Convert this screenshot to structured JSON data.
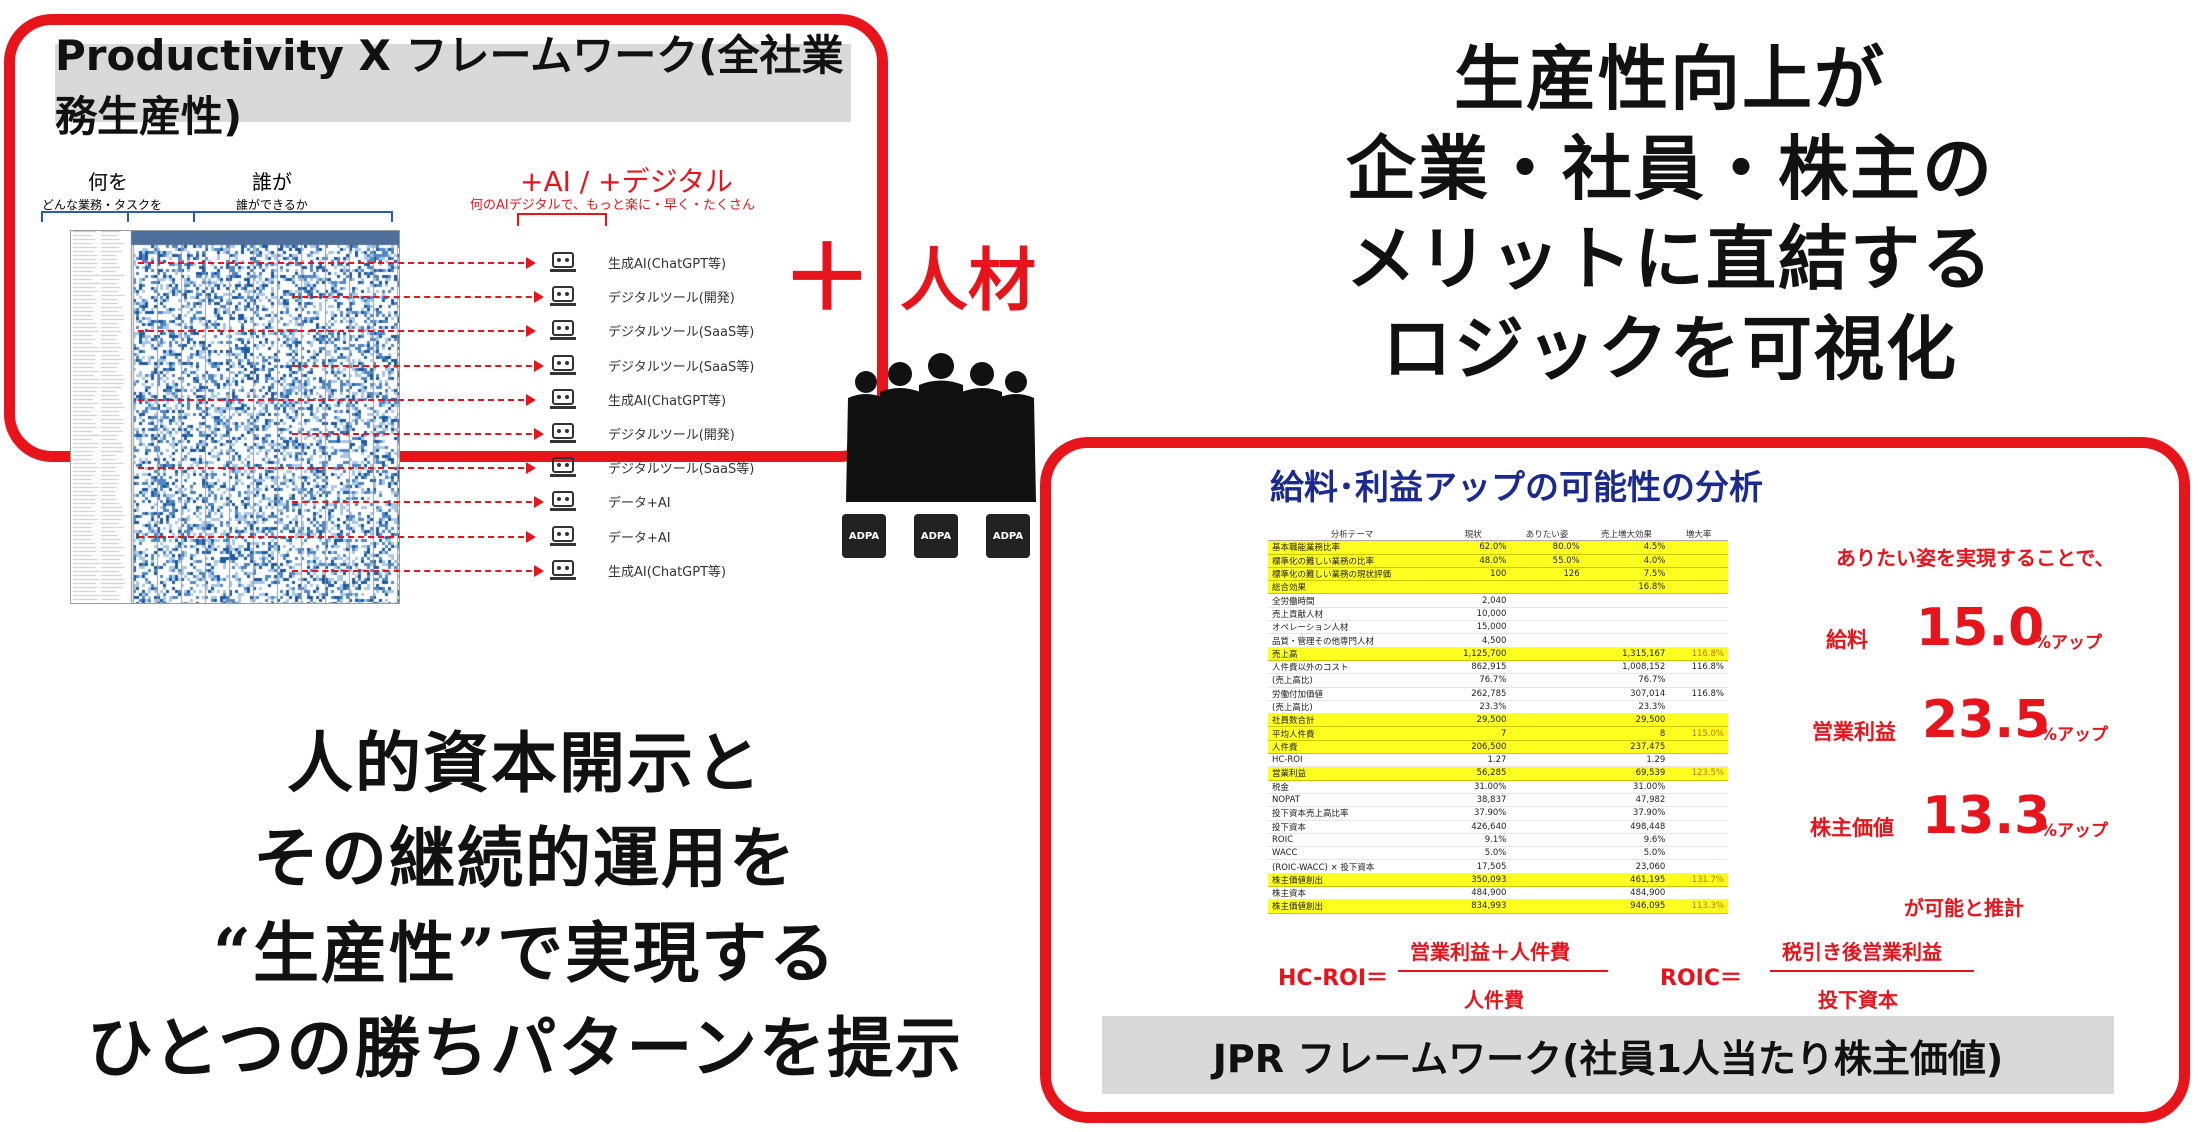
{
  "top_left": {
    "title": "Productivity X フレームワーク(全社業務生産性)",
    "col_what": "何を",
    "col_what_sub": "どんな業務・タスクを",
    "col_who": "誰が",
    "col_who_sub": "誰ができるか",
    "col_ai": "+AI / +デジタル",
    "col_ai_sub": "何のAIデジタルで、もっと楽に・早く・たくさん",
    "tools": [
      "生成AI(ChatGPT等)",
      "デジタルツール(開発)",
      "デジタルツール(SaaS等)",
      "デジタルツール(SaaS等)",
      "生成AI(ChatGPT等)",
      "デジタルツール(開発)",
      "デジタルツール(SaaS等)",
      "データ+AI",
      "データ+AI",
      "生成AI(ChatGPT等)"
    ],
    "plus": "＋",
    "talent": "人材",
    "badge": "ADPA"
  },
  "top_right": {
    "lines": [
      "生産性向上が",
      "企業・社員・株主の",
      "メリットに直結する",
      "ロジックを可視化"
    ]
  },
  "bottom_left": {
    "lines": [
      "人的資本開示と",
      "その継続的運用を",
      "“生産性”で実現する",
      "ひとつの勝ちパターンを提示"
    ]
  },
  "bottom_right": {
    "title": "給料･利益アップの可能性の分析",
    "footer": "JPR フレームワーク(社員1人当たり株主価値)",
    "table": {
      "header": [
        "分析テーマ",
        "現状",
        "ありたい姿",
        "売上増大効果",
        "増大率"
      ],
      "rows": [
        {
          "hl": true,
          "c": [
            "基本職能業務比率",
            "62.0%",
            "80.0%",
            "4.5%",
            ""
          ]
        },
        {
          "hl": true,
          "c": [
            "標準化の難しい業務の比率",
            "48.0%",
            "55.0%",
            "4.0%",
            ""
          ]
        },
        {
          "hl": true,
          "c": [
            "標準化の難しい業務の現状評価",
            "100",
            "126",
            "7.5%",
            ""
          ]
        },
        {
          "hl": true,
          "c": [
            "総合効果",
            "",
            "",
            "16.8%",
            ""
          ]
        },
        {
          "hl": false,
          "c": [
            "全労働時間",
            "2,040",
            "",
            "",
            ""
          ]
        },
        {
          "hl": false,
          "c": [
            "売上貢献人材",
            "10,000",
            "",
            "",
            ""
          ]
        },
        {
          "hl": false,
          "c": [
            "オペレーション人材",
            "15,000",
            "",
            "",
            ""
          ]
        },
        {
          "hl": false,
          "c": [
            "品質・管理その他専門人材",
            "4,500",
            "",
            "",
            ""
          ]
        },
        {
          "hl": true,
          "c": [
            "売上高",
            "1,125,700",
            "",
            "1,315,167",
            "116.8%"
          ]
        },
        {
          "hl": false,
          "c": [
            "人件費以外のコスト",
            "862,915",
            "",
            "1,008,152",
            "116.8%"
          ]
        },
        {
          "hl": false,
          "c": [
            "(売上高比)",
            "76.7%",
            "",
            "76.7%",
            ""
          ]
        },
        {
          "hl": false,
          "c": [
            "労働付加価値",
            "262,785",
            "",
            "307,014",
            "116.8%"
          ]
        },
        {
          "hl": false,
          "c": [
            "(売上高比)",
            "23.3%",
            "",
            "23.3%",
            ""
          ]
        },
        {
          "hl": true,
          "c": [
            "社員数合計",
            "29,500",
            "",
            "29,500",
            ""
          ]
        },
        {
          "hl": true,
          "c": [
            "平均人件費",
            "7",
            "",
            "8",
            "115.0%"
          ]
        },
        {
          "hl": true,
          "c": [
            "人件費",
            "206,500",
            "",
            "237,475",
            ""
          ]
        },
        {
          "hl": false,
          "c": [
            "HC-ROI",
            "1.27",
            "",
            "1.29",
            ""
          ]
        },
        {
          "hl": true,
          "c": [
            "営業利益",
            "56,285",
            "",
            "69,539",
            "123.5%"
          ]
        },
        {
          "hl": false,
          "c": [
            "税金",
            "31.00%",
            "",
            "31.00%",
            ""
          ]
        },
        {
          "hl": false,
          "c": [
            "NOPAT",
            "38,837",
            "",
            "47,982",
            ""
          ]
        },
        {
          "hl": false,
          "c": [
            "投下資本売上高比率",
            "37.90%",
            "",
            "37.90%",
            ""
          ]
        },
        {
          "hl": false,
          "c": [
            "投下資本",
            "426,640",
            "",
            "498,448",
            ""
          ]
        },
        {
          "hl": false,
          "c": [
            "ROIC",
            "9.1%",
            "",
            "9.6%",
            ""
          ]
        },
        {
          "hl": false,
          "c": [
            "WACC",
            "5.0%",
            "",
            "5.0%",
            ""
          ]
        },
        {
          "hl": false,
          "c": [
            "(ROIC-WACC) × 投下資本",
            "17,505",
            "",
            "23,060",
            ""
          ]
        },
        {
          "hl": true,
          "c": [
            "株主価値創出",
            "350,093",
            "",
            "461,195",
            "131.7%"
          ]
        },
        {
          "hl": false,
          "c": [
            "株主資本",
            "484,900",
            "",
            "484,900",
            ""
          ]
        },
        {
          "hl": true,
          "c": [
            "株主価値創出",
            "834,993",
            "",
            "946,095",
            "113.3%"
          ]
        }
      ]
    },
    "intro": "ありたい姿を実現することで、",
    "results": [
      {
        "label": "給料",
        "value": "15.0",
        "unit": "%アップ"
      },
      {
        "label": "営業利益",
        "value": "23.5",
        "unit": "%アップ"
      },
      {
        "label": "株主価値",
        "value": "13.3",
        "unit": "%アップ"
      }
    ],
    "conclusion": "が可能と推計",
    "formula_hcroi": {
      "lhs": "HC-ROI＝",
      "num": "営業利益＋人件費",
      "den": "人件費"
    },
    "formula_roic": {
      "lhs": "ROIC＝",
      "num": "税引き後営業利益",
      "den": "投下資本"
    }
  }
}
